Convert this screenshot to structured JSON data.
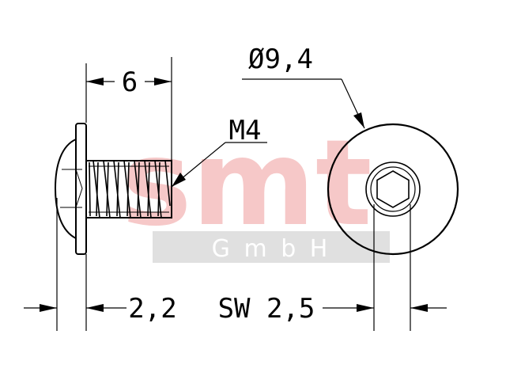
{
  "watermark": {
    "brand": "smt",
    "sub": "G m b H",
    "brand_color": "#f6c8c8",
    "band_color": "#e0e0e0"
  },
  "dimensions": {
    "length": "6",
    "thread": "M4",
    "head_diameter": "Ø9,4",
    "head_height": "2,2",
    "socket_size": "SW 2,5"
  },
  "colors": {
    "line": "#000000",
    "background": "#ffffff"
  }
}
